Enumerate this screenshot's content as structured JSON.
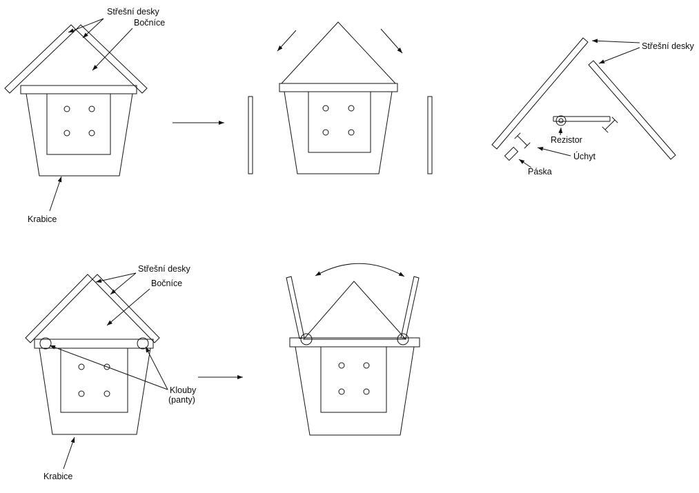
{
  "colors": {
    "line": "#111111",
    "background": "#ffffff"
  },
  "labels": {
    "fig1": {
      "roof": "Střešní desky",
      "sides": "Bočníce",
      "box": "Krabice"
    },
    "fig3": {
      "roof": "Střešní desky",
      "resistor": "Rezistor",
      "mount": "Úchyt",
      "tape": "Páska"
    },
    "fig4": {
      "roof": "Střešní desky",
      "sides": "Bočníce",
      "hinges1": "Klouby",
      "hinges2": "(panty)",
      "box": "Krabice"
    }
  }
}
